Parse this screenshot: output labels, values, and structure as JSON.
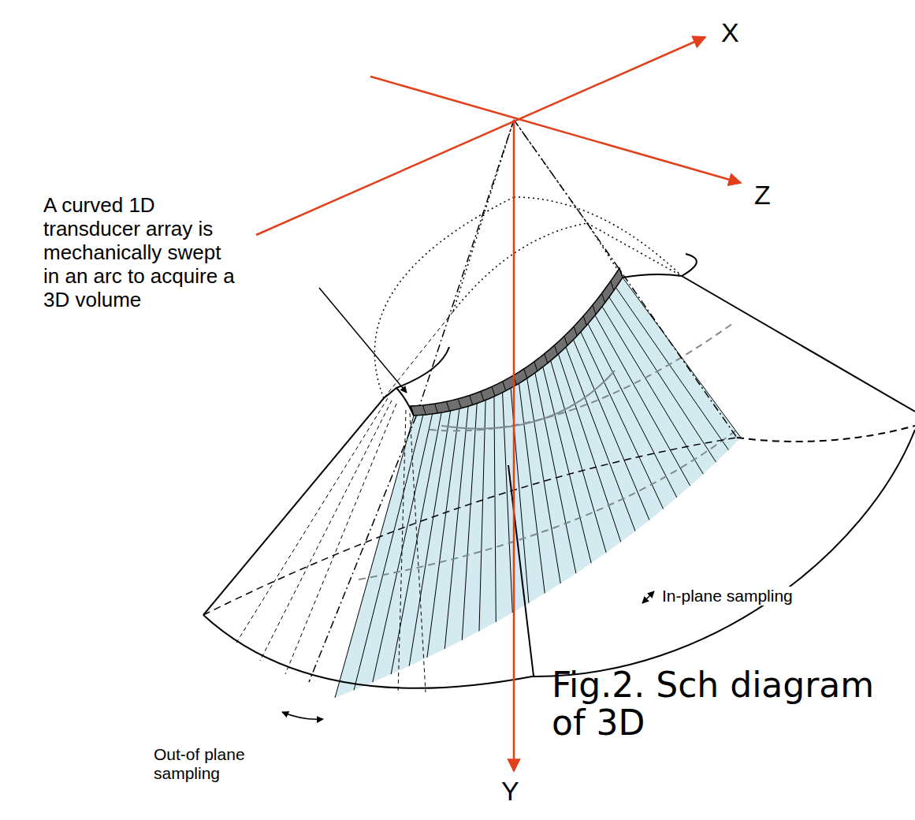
{
  "diagram": {
    "caption": "Fig.2. Sch diagram of 3D",
    "labels": [
      "X",
      "Z",
      "Y",
      "A curved 1D transducer array is mechanically swept in an arc to acquire a 3D volume",
      "In-plane sampling",
      "Out-of plane sampling"
    ]
  }
}
